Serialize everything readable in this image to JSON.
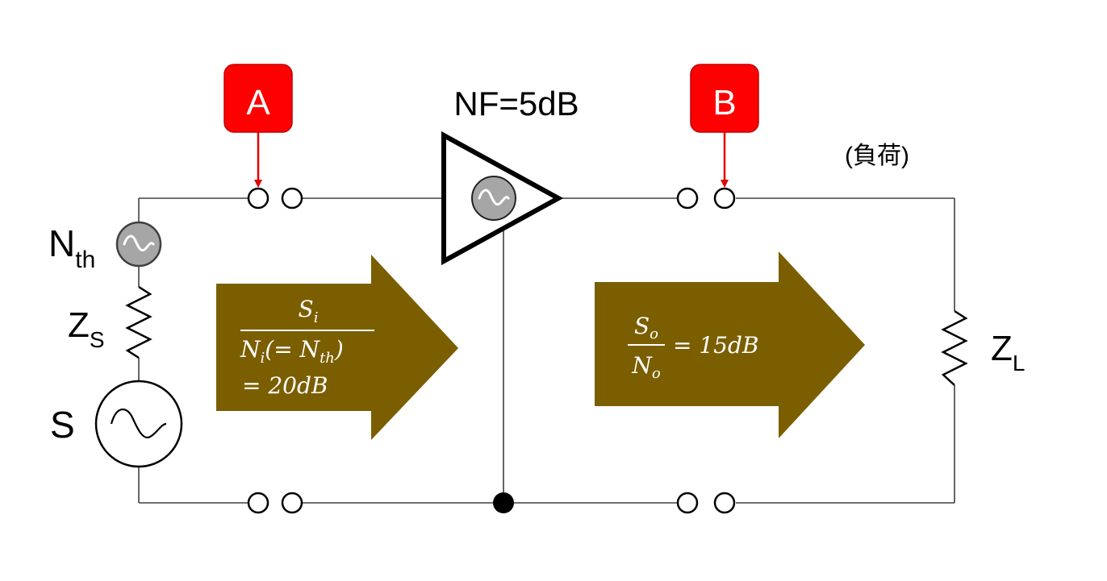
{
  "markers": {
    "a": {
      "label": "A",
      "color": "#ff0000"
    },
    "b": {
      "label": "B",
      "color": "#ff0000"
    }
  },
  "amplifier": {
    "label": "NF=5dB",
    "icon": "ac-source-icon"
  },
  "load": {
    "label": "(負荷)"
  },
  "source": {
    "noise_label": "N",
    "noise_sub": "th",
    "impedance_label": "Z",
    "impedance_sub": "S",
    "signal_label": "S"
  },
  "load_impedance": {
    "label": "Z",
    "sub": "L"
  },
  "input_arrow": {
    "num_base": "S",
    "num_sub": "i",
    "den_base": "N",
    "den_sub": "i",
    "den_paren_open": "(= N",
    "den_paren_sub": "th",
    "den_paren_close": ")",
    "value": "= 20dB"
  },
  "output_arrow": {
    "num_base": "S",
    "num_sub": "o",
    "den_base": "N",
    "den_sub": "o",
    "value": "= 15dB"
  },
  "colors": {
    "arrow_fill": "#7b5e00",
    "arrow_text": "#ffffff",
    "marker": "#ff0000",
    "wire": "#404040",
    "noise_source_fill": "#a6a6a6"
  }
}
